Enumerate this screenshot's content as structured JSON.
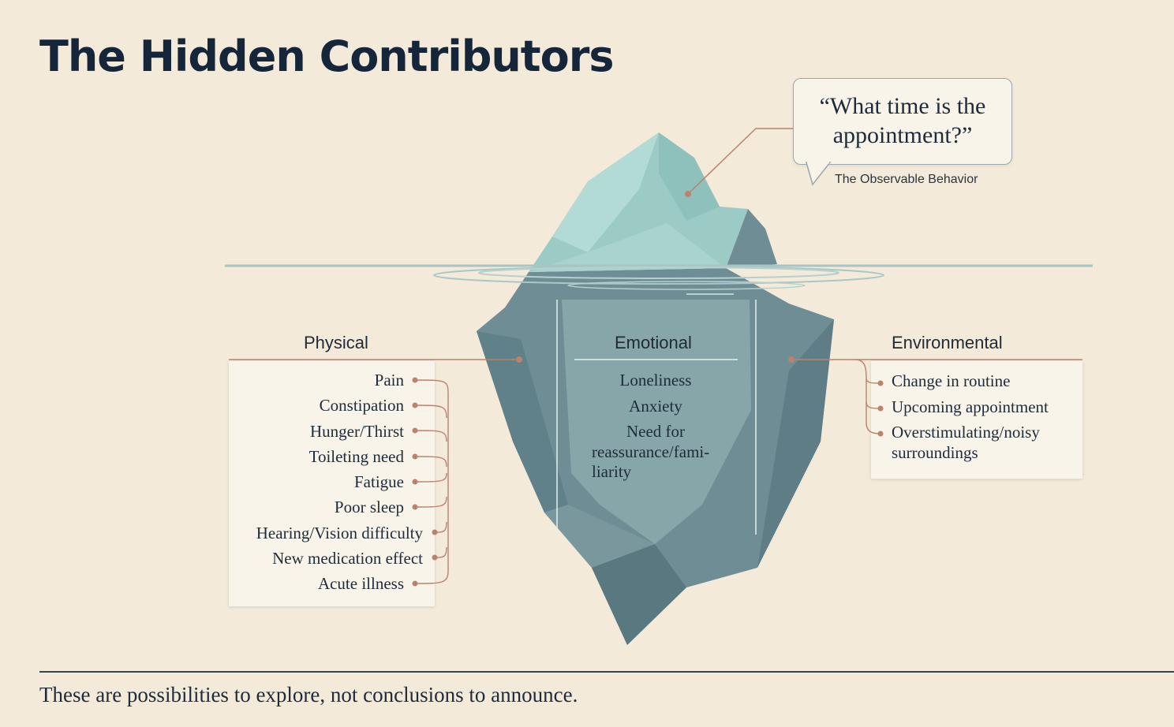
{
  "title": "The Hidden Contributors",
  "speech_bubble": {
    "quote": "“What time is the appointment?”",
    "caption": "The Observable Behavior"
  },
  "columns": {
    "physical": {
      "heading": "Physical",
      "items": [
        "Pain",
        "Constipation",
        "Hunger/Thirst",
        "Toileting need",
        "Fatigue",
        "Poor sleep",
        "Hearing/Vision difficulty",
        "New medication effect",
        "Acute illness"
      ]
    },
    "emotional": {
      "heading": "Emotional",
      "items": [
        "Loneliness",
        "Anxiety",
        "Need for",
        "reassurance/fami-",
        "liarity"
      ]
    },
    "environmental": {
      "heading": "Environmental",
      "items": [
        "Change in routine",
        "Upcoming appointment",
        "Overstimulating/noisy",
        "surroundings"
      ]
    }
  },
  "footer": "These are possibilities to explore, not conclusions to announce.",
  "colors": {
    "background": "#f3ead9",
    "ice_above": "#9ccbc6",
    "ice_below": "#6f8d94",
    "connector": "#b9836c",
    "title": "#16263a"
  }
}
